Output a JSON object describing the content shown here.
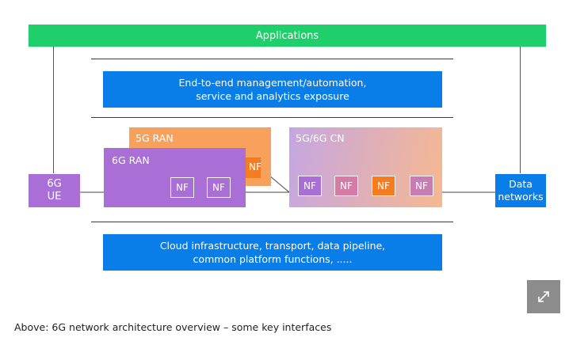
{
  "diagram": {
    "applications": "Applications",
    "management_line1": "End-to-end management/automation,",
    "management_line2": "service and analytics exposure",
    "ran_5g": "5G RAN",
    "ran_6g": "6G RAN",
    "cn": "5G/6G CN",
    "ue_line1": "6G",
    "ue_line2": "UE",
    "data_line1": "Data",
    "data_line2": "networks",
    "nf": "NF",
    "cloud_line1": "Cloud infrastructure, transport, data pipeline,",
    "cloud_line2": "common platform functions, ....."
  },
  "caption": "Above: 6G network architecture overview – some key interfaces",
  "colors": {
    "applications": "#1fcf6b",
    "management": "#0a7ee8",
    "ran_5g": "#f8a15c",
    "ran_6g": "#a96fd6",
    "cn_gradient_start": "#c5a6e2",
    "cn_gradient_end": "#f6b891",
    "expand_button": "#8c8c8c"
  },
  "expand_icon": "expand-icon"
}
